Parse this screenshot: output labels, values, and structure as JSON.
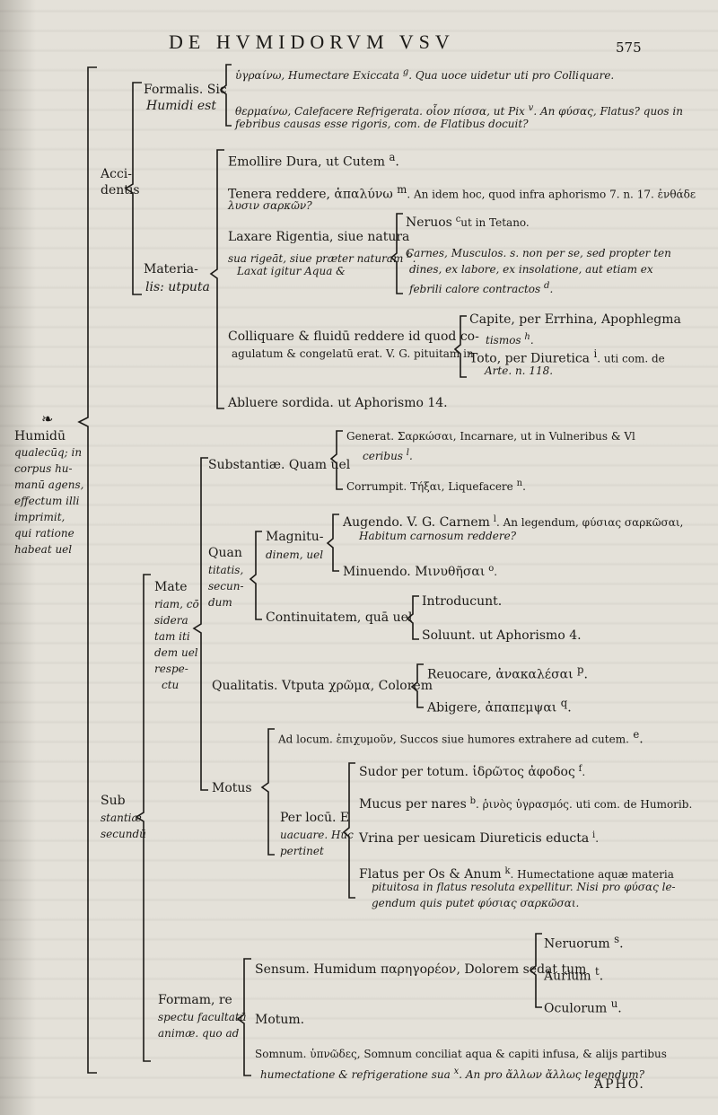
{
  "header": {
    "title": "DE HVMIDORVM VSV",
    "page_number": "575"
  },
  "lines": {
    "formalis_a": "Formalis. Sic",
    "formalis_b": "Humidi est",
    "hygraino": "ὑγραίνω, Humectare Exiccata",
    "hygraino_b": ". Qua uoce uidetur uti pro Colliquare.",
    "thermaino_a": "θερμαίνω, Calefacere Refrigerata. οἷον πίσσα, ut Pix",
    "thermaino_b": ". An φύσας, Flatus? quos in",
    "thermaino_c": "febribus causas esse rigoris, com. de Flatibus docuit?",
    "accidentis_a": "Acci-",
    "accidentis_b": "dentis",
    "emollire": "Emollire Dura, ut Cutem",
    "tenera_a": "Tenera reddere, ἁπαλύνω",
    "tenera_b": ". An idem hoc, quod infra aphorismo 7. n. 17. ἐνθάδε",
    "tenera_c": "λυσιν σαρκῶν?",
    "laxare_a": "Laxare Rigentia, siue natura",
    "laxare_b": "sua rigeāt, siue præter naturam",
    "laxare_c": "Laxat igitur Aqua &",
    "neruos": "Neruos",
    "neruos_b": "ut in Tetano.",
    "carnes_a": "Carnes, Musculos. s. non per se, sed propter ten",
    "carnes_b": "dines, ex labore, ex insolatione, aut etiam ex",
    "carnes_c": "febrili calore contractos",
    "materialis_a": "Materia-",
    "materialis_b": "lis: utputa",
    "colliquare_a": "Colliquare & fluidū reddere id quod co-",
    "colliquare_b": "agulatum & congelatū erat. V. G. pituitam in",
    "capite_a": "Capite, per Errhina, Apophlegma",
    "capite_b": "tismos",
    "toto_a": "Toto, per Diuretica",
    "toto_b": ". uti com. de",
    "toto_c": "Arte. n. 118.",
    "abluere": "Abluere sordida. ut Aphorismo 14.",
    "humidum_1": "Humidū",
    "humidum_2": "qualecūq; in",
    "humidum_3": "corpus hu-",
    "humidum_4": "manū agens,",
    "humidum_5": "effectum illi",
    "humidum_6": "imprimit,",
    "humidum_7": "qui ratione",
    "humidum_8": "habeat uel",
    "fleuron": "❧",
    "substantiae_q": "Substantiæ. Quam uel",
    "generat_a": "Generat. Σαρκώσαι, Incarnare, ut in Vulneribus & Vl",
    "generat_b": "ceribus",
    "corrumpit": "Corrumpit. Τήξαι, Liquefacere",
    "quan_1": "Quan",
    "quan_2": "titatis,",
    "quan_3": "secun-",
    "quan_4": "dum",
    "magnitu_a": "Magnitu-",
    "magnitu_b": "dinem, uel",
    "augendo_a": "Augendo. V. G. Carnem",
    "augendo_b": ". An legendum, φύσιας σαρκῶσαι,",
    "augendo_c": "Habitum carnosum reddere?",
    "minuendo": "Minuendo. Μινυθῆσαι",
    "continuit": "Continuitatem, quā uel",
    "introducunt": "Introducunt.",
    "soluunt": "Soluunt. ut Aphorismo 4.",
    "mat_1": "Mate",
    "mat_2": "riam, cō",
    "mat_3": "sidera",
    "mat_4": "tam iti",
    "mat_5": "dem uel",
    "mat_6": "respe-",
    "mat_7": "ctu",
    "qualitatis": "Qualitatis. Vtputa χρῶμα, Colorem",
    "reuocare": "Reuocare, ἀνακαλέσαι",
    "abigere": "Abigere, ἀπαπεμψαι",
    "adlocum": "Ad locum. ἐπιχυμοῦν, Succos siue humores extrahere ad cutem.",
    "motus": "Motus",
    "perlocu_1": "Per locū. E",
    "perlocu_2": "uacuare. Huc",
    "perlocu_3": "pertinet",
    "sudor": "Sudor per totum. ἱδρῶτος ἀφοδος",
    "mucus": "Mucus per nares",
    "mucus_b": ". ῥινὸς ὑγρασμός. uti com. de Humorib.",
    "vrina": "Vrina per uesicam Diureticis educta",
    "flatus_a": "Flatus per Os & Anum",
    "flatus_b": ". Humectatione aquæ materia",
    "flatus_c": "pituitosa in flatus resoluta expellitur. Nisi pro φύσας le-",
    "flatus_d": "gendum quis putet φύσιας σαρκῶσαι.",
    "sub_1": "Sub",
    "sub_2": "stantiæ",
    "sub_3": "secundū",
    "neruorum": "Neruorum",
    "aurium": "Aurium",
    "oculorum": "Oculorum",
    "sensum": "Sensum. Humidum παρηγορέον, Dolorem sedat tum",
    "formam_1": "Formam, re",
    "formam_2": "spectu facultatū",
    "formam_3": "animæ. quo ad",
    "motum": "Motum.",
    "somnum_a": "Somnum. ὑπνῶδες, Somnum conciliat aqua & capiti infusa, & alijs partibus",
    "somnum_b": "humectatione & refrigeratione sua",
    "somnum_c": ". An pro ἄλλων ἄλλως legendum?",
    "catchword": "APHO."
  },
  "notes": {
    "g": "g",
    "v": "v",
    "a": "a",
    "m": "m",
    "b": "b",
    "c": "c",
    "d": "d",
    "h": "h",
    "i": "i",
    "l": "l",
    "n": "n",
    "o": "o",
    "p": "p",
    "q": "q",
    "e": "e",
    "f": "f",
    "k": "k",
    "s": "s",
    "t": "t",
    "u": "u",
    "x": "x"
  }
}
